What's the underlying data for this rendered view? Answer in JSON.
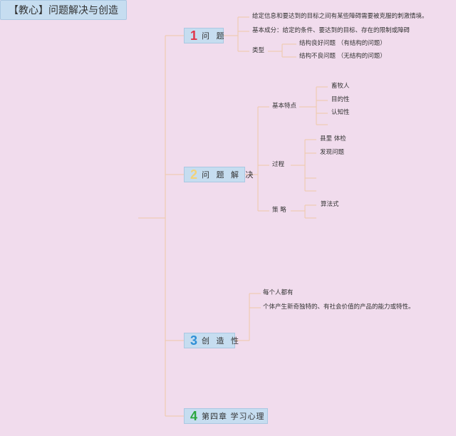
{
  "root": {
    "label": "【教心】问题解决与创造"
  },
  "branches": [
    {
      "num": "1",
      "num_color": "#e0364a",
      "label": "问 题",
      "children": [
        {
          "text": "给定信息和要达到的目标之间有某些障碍需要被克服的刺激情境。"
        },
        {
          "text": "基本成分：给定的条件、要达到的目标、存在的限制或障碍"
        },
        {
          "text": "类型",
          "children": [
            "结构良好问题 （有结构的问题）",
            "结构不良问题 （无结构的问题）"
          ]
        }
      ]
    },
    {
      "num": "2",
      "num_color": "#f3d27a",
      "label": "问 题 解 决",
      "children": [
        {
          "text": "基本特点",
          "children": [
            "畜牧人",
            "目的性",
            "认知性"
          ]
        },
        {
          "text": "过程",
          "children": [
            "县里 体检",
            "发现问题"
          ]
        },
        {
          "text": "策 略",
          "children": [
            "算法式"
          ]
        }
      ]
    },
    {
      "num": "3",
      "num_color": "#2f8fd6",
      "label": "创 造 性",
      "children": [
        {
          "text": "每个人都有"
        },
        {
          "text": "个体产生新奇独特的、有社会价值的产品的能力或特性。"
        }
      ]
    },
    {
      "num": "4",
      "num_color": "#2aa63e",
      "label": "第四章 学习心理"
    }
  ],
  "colors": {
    "background": "#f1dced",
    "node_fill": "#c6ddf0",
    "line": "#f0c9a8"
  }
}
